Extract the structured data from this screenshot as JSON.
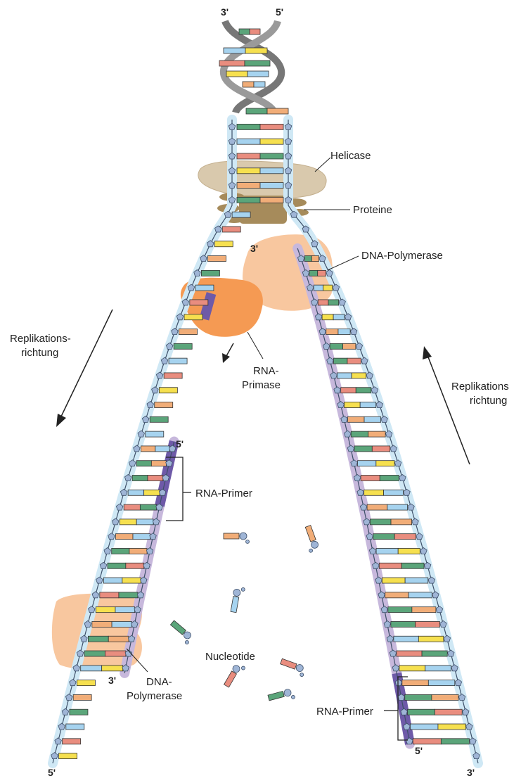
{
  "labels": {
    "helicase": "Helicase",
    "proteine": "Proteine",
    "polymerase_top": "DNA-Polymerase",
    "primase_1": "RNA-",
    "primase_2": "Primase",
    "primer_left": "RNA-Primer",
    "primer_right": "RNA-Primer",
    "nucleotide": "Nucleotide",
    "polymerase_bottom_1": "DNA-",
    "polymerase_bottom_2": "Polymerase",
    "replication_left_1": "Replikations-",
    "replication_left_2": "richtung",
    "replication_right_1": "Replikations",
    "replication_right_2": "richtung"
  },
  "ends": {
    "top_3": "3'",
    "top_5": "5'",
    "lead_3": "3'",
    "primer_5": "5'",
    "lag_3": "3'",
    "bottom_left_5": "5'",
    "bottom_right_5": "5'",
    "bottom_right_3": "3'"
  },
  "colors": {
    "backbone_glow": "#cfe8f5",
    "new_strand_glow": "#c7b8dc",
    "primer": "#6e5aa8",
    "base_green": "#5ba57a",
    "base_blue": "#a6d3ef",
    "base_red": "#e98d7f",
    "base_yellow": "#f6e04f",
    "base_orange": "#f1ad78",
    "polymerase": "#f8c79f",
    "primase": "#f59a53",
    "helicase": "#d9c9ad",
    "proteins": "#a68b5b"
  }
}
